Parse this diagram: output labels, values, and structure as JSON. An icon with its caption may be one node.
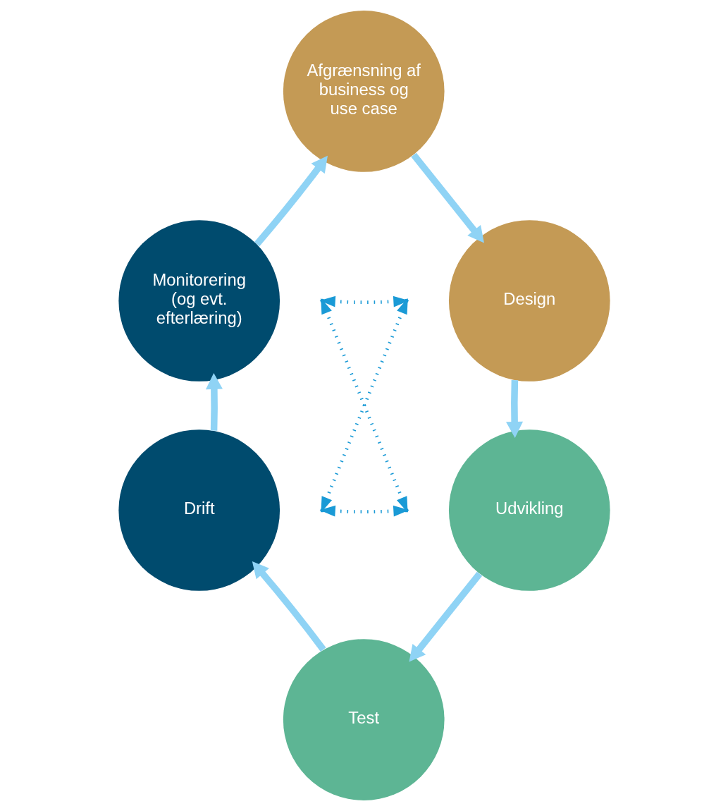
{
  "diagram": {
    "nodes": [
      {
        "text": [
          "Afgrænsning af business og use case"
        ]
      },
      {
        "text": [
          "Monitorering (og evt. efterlæring)"
        ]
      },
      {
        "text": [
          "Design"
        ]
      },
      {
        "text": [
          "Drift"
        ]
      },
      {
        "text": [
          "Udvikling"
        ]
      },
      {
        "text": [
          "Test"
        ]
      },
      {
        "text": [],
        "shape": "point"
      },
      {
        "text": [],
        "shape": "point"
      },
      {
        "text": [],
        "shape": "point"
      },
      {
        "text": [],
        "shape": "point"
      }
    ],
    "edges": [
      {
        "from": 0,
        "to": 2,
        "arrow": "to"
      },
      {
        "from": 2,
        "to": 4,
        "arrow": "to"
      },
      {
        "from": 4,
        "to": 5,
        "arrow": "to"
      },
      {
        "from": 5,
        "to": 3,
        "arrow": "to"
      },
      {
        "from": 3,
        "to": 1,
        "arrow": "to"
      },
      {
        "from": 1,
        "to": 0,
        "arrow": "to"
      },
      {
        "from": 6,
        "to": 7,
        "arrow": "both",
        "style": "dashed",
        "color": "#1a9ad6"
      },
      {
        "from": 8,
        "to": 9,
        "arrow": "both",
        "style": "dashed",
        "color": "#1a9ad6"
      },
      {
        "from": 6,
        "to": 9,
        "arrow": "both",
        "style": "dashed",
        "color": "#1a9ad6"
      },
      {
        "from": 8,
        "to": 7,
        "arrow": "both",
        "style": "dashed",
        "color": "#1a9ad6"
      }
    ]
  }
}
